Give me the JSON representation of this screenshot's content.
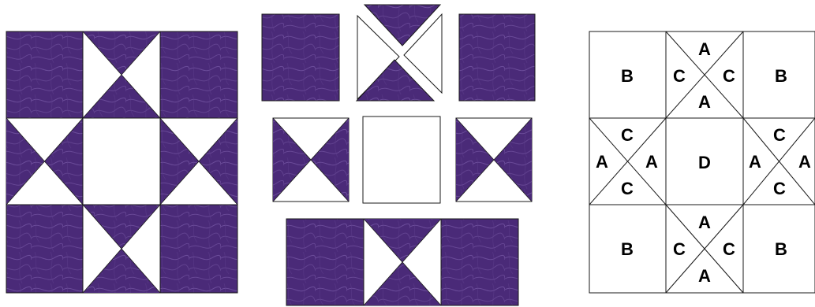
{
  "colors": {
    "fabric_purple": "#4a2a78",
    "fabric_purple_dark": "#3a1f63",
    "fabric_swirl": "#7a5aa8",
    "background": "#ffffff",
    "outline": "#1a1a1a"
  },
  "diagram": {
    "panels": [
      "finished-block",
      "exploded-layout",
      "labeled-key"
    ],
    "key_labels": {
      "b": "B",
      "a": "A",
      "c": "C",
      "d": "D"
    }
  }
}
